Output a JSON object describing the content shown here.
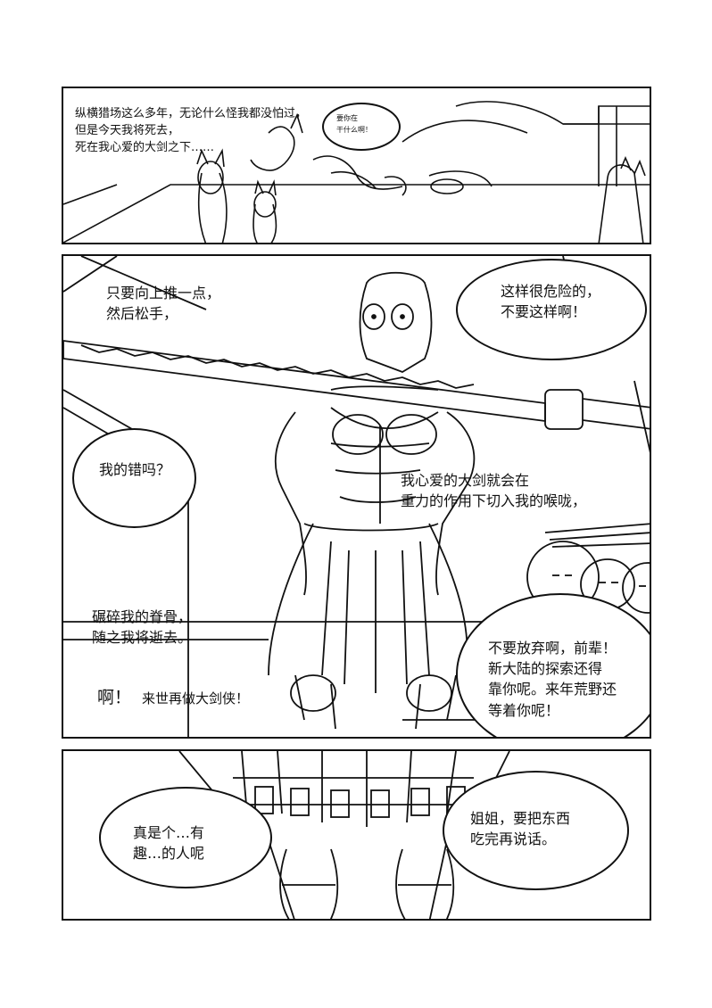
{
  "panel1": {
    "narration": "纵横猎场这么多年，无论什么怪我都没怕过，\n但是今天我将死去，\n死在我心爱的大剑之下……",
    "small_bubble": "要你在\n干什么啊！"
  },
  "panel2": {
    "line1": "只要向上推一点，\n然后松手，",
    "bubble_danger": "这样很危险的，\n不要这样啊！",
    "bubble_fault": "我的错吗？",
    "line2": "我心爱的大剑就会在\n重力的作用下切入我的喉咙，",
    "line3": "碾碎我的脊骨，\n随之我将逝去。",
    "line4_ah": "啊！",
    "line4_rest": "来世再做大剑侠！",
    "bubble_giveup": "不要放弃啊，前辈！\n新大陆的探索还得\n靠你呢。来年荒野还\n等着你呢！"
  },
  "panel3": {
    "bubble_left": "真是个…有\n趣…的人呢",
    "bubble_right": "姐姐，要把东西\n吃完再说话。"
  }
}
